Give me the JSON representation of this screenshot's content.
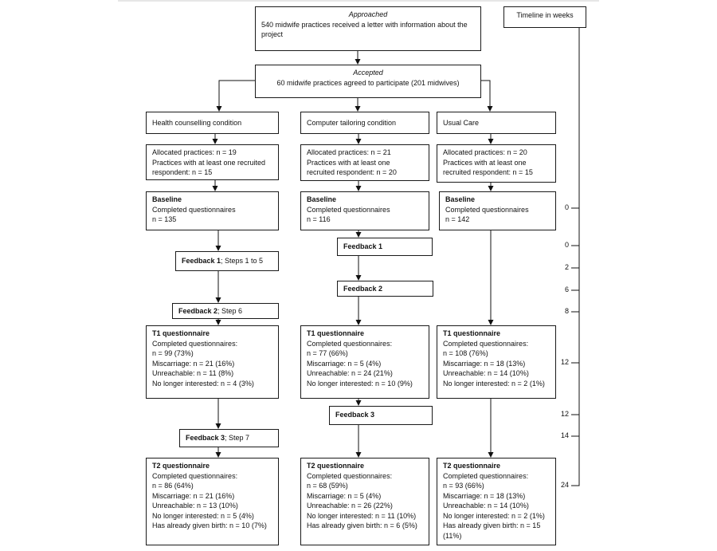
{
  "approached": {
    "title": "Approached",
    "text": "540 midwife practices received a letter with information about the project"
  },
  "accepted": {
    "title": "Accepted",
    "text": "60 midwife practices agreed to participate (201 midwives)"
  },
  "timeline": {
    "label": "Timeline in weeks",
    "ticks": [
      "0",
      "0",
      "2",
      "6",
      "8",
      "12",
      "12",
      "14",
      "24"
    ]
  },
  "conditions": [
    {
      "title": "Health counselling condition",
      "allocation": [
        "Allocated practices: n = 19",
        "Practices with at least one recruited",
        "respondent: n = 15"
      ],
      "baseline": {
        "title": "Baseline",
        "lines": [
          "Completed questionnaires",
          "n = 135"
        ]
      },
      "feedback1": {
        "title": "Feedback 1",
        "extra": "; Steps 1 to 5"
      },
      "feedback2": {
        "title": "Feedback 2",
        "extra": "; Step 6"
      },
      "t1": {
        "title": "T1 questionnaire",
        "lines": [
          "Completed questionnaires:",
          "n = 99 (73%)",
          "Miscarriage: n = 21 (16%)",
          "Unreachable: n = 11 (8%)",
          "No longer interested: n = 4 (3%)"
        ]
      },
      "feedback3": {
        "title": "Feedback 3",
        "extra": "; Step 7"
      },
      "t2": {
        "title": "T2 questionnaire",
        "lines": [
          "Completed questionnaires:",
          "n = 86 (64%)",
          "Miscarriage: n = 21 (16%)",
          "Unreachable: n = 13 (10%)",
          "No longer interested: n = 5 (4%)",
          "Has already given birth: n = 10 (7%)"
        ]
      }
    },
    {
      "title": "Computer tailoring condition",
      "allocation": [
        "Allocated practices: n = 21",
        "Practices with at least one",
        "recruited respondent: n = 20"
      ],
      "baseline": {
        "title": "Baseline",
        "lines": [
          "Completed questionnaires",
          "n = 116"
        ]
      },
      "feedback1": {
        "title": "Feedback 1"
      },
      "feedback2": {
        "title": "Feedback 2"
      },
      "t1": {
        "title": "T1 questionnaire",
        "lines": [
          "Completed questionnaires:",
          "n = 77 (66%)",
          "Miscarriage: n = 5 (4%)",
          "Unreachable: n = 24 (21%)",
          "No longer interested: n = 10 (9%)"
        ]
      },
      "feedback3": {
        "title": "Feedback 3"
      },
      "t2": {
        "title": "T2 questionnaire",
        "lines": [
          "Completed questionnaires:",
          "n = 68 (59%)",
          "Miscarriage: n = 5 (4%)",
          "Unreachable: n = 26 (22%)",
          "No longer interested: n = 11 (10%)",
          "Has already given birth: n = 6 (5%)"
        ]
      }
    },
    {
      "title": "Usual Care",
      "allocation": [
        "Allocated practices: n = 20",
        "Practices with at least one",
        "recruited respondent: n = 15"
      ],
      "baseline": {
        "title": "Baseline",
        "lines": [
          "Completed questionnaires",
          "n = 142"
        ]
      },
      "t1": {
        "title": "T1 questionnaire",
        "lines": [
          "Completed questionnaires:",
          "n = 108 (76%)",
          "Miscarriage: n = 18 (13%)",
          "Unreachable: n = 14 (10%)",
          "No longer interested: n = 2 (1%)"
        ]
      },
      "t2": {
        "title": "T2 questionnaire",
        "lines": [
          "Completed questionnaires:",
          "n = 93 (66%)",
          "Miscarriage: n = 18 (13%)",
          "Unreachable: n = 14 (10%)",
          "No longer interested: n = 2 (1%)",
          "Has already given birth: n = 15",
          "(11%)"
        ]
      }
    }
  ]
}
